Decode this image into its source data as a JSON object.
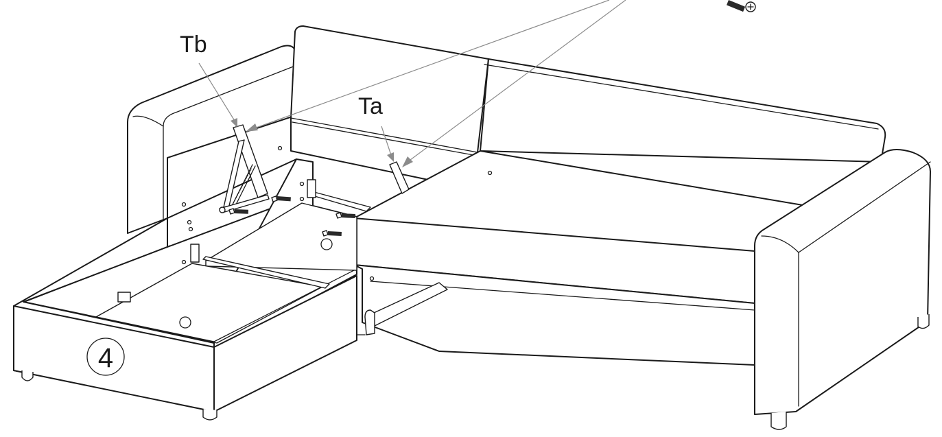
{
  "labels": {
    "tb": "Tb",
    "ta": "Ta"
  },
  "step": {
    "number": "4"
  }
}
